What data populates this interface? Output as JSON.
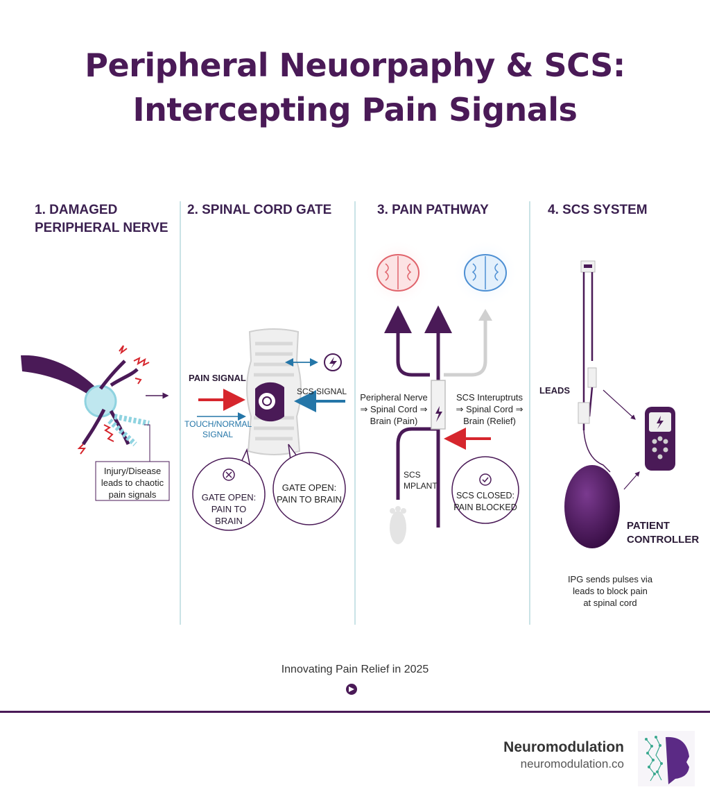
{
  "title": {
    "line1": "Peripheral Neuorpaphy & SCS:",
    "line2": "Intercepting Pain Signals"
  },
  "columns": [
    {
      "heading_line1": "1. DAMAGED",
      "heading_line2": "PERIPHERAL NERVE"
    },
    {
      "heading_line1": "2. SPINAL CORD GATE"
    },
    {
      "heading_line1": "3. PAIN PATHWAY"
    },
    {
      "heading_line1": "4. SCS SYSTEM"
    }
  ],
  "panel1": {
    "callout_line1": "Injury/Disease",
    "callout_line2": "leads to chaotic",
    "callout_line3": "pain signals"
  },
  "panel2": {
    "pain_signal": "PAIN SIGNAL",
    "scs_signal": "SCS SIGNAL",
    "touch_line1": "TOUCH/NORMAL",
    "touch_line2": "SIGNAL",
    "bubble_left_line1": "GATE OPEN:",
    "bubble_left_line2": "PAIN TO BRAIN",
    "bubble_right_line1": "GATE OPEN:",
    "bubble_right_line2": "PAIN TO BRAIN"
  },
  "panel3": {
    "left_line1": "Peripheral Nerve",
    "left_line2": "⇒ Spinal Cord ⇒",
    "left_line3": "Brain (Pain)",
    "right_line1": "SCS Interuptruts",
    "right_line2": "⇒ Spinal Cord ⇒",
    "right_line3": "Brain (Relief)",
    "implant_line1": "SCS",
    "implant_line2": "MPLANT",
    "closed_line1": "SCS CLOSED:",
    "closed_line2": "PAIN BLOCKED"
  },
  "panel4": {
    "leads": "LEADS",
    "controller_line1": "PATIENT",
    "controller_line2": "CONTROLLER",
    "desc_line1": "IPG sends pulses via",
    "desc_line2": "leads to block pain",
    "desc_line3": "at spinal cord"
  },
  "footer": {
    "tagline": "Innovating Pain Relief in 2025",
    "brand_name": "Neuromodulation",
    "brand_url": "neuromodulation.co"
  },
  "colors": {
    "purple": "#4a1a57",
    "pain_red": "#d6262d",
    "scs_blue": "#2576a8",
    "teal_divider": "#c9e3e6",
    "nerve_cyan": "#8fd3e0"
  }
}
